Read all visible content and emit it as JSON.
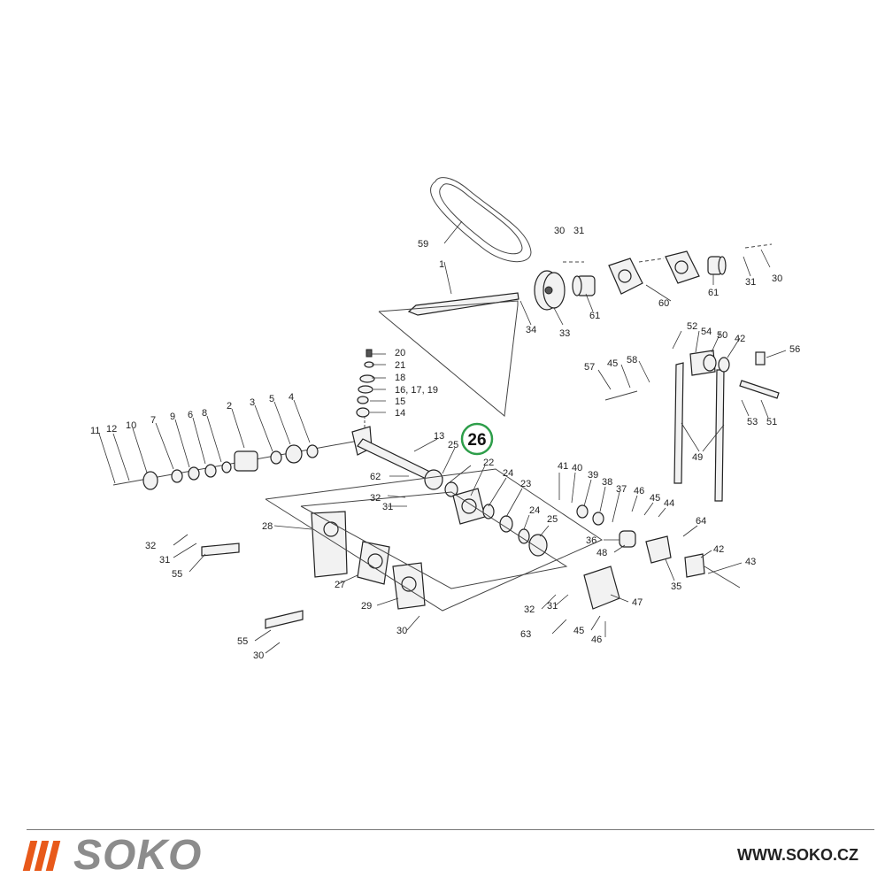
{
  "brand": {
    "name": "SOKO",
    "url": "WWW.SOKO.CZ",
    "accent_color": "#e8591a",
    "text_color": "#8c8c8c"
  },
  "highlight": {
    "label": "26",
    "color": "#2e9e4a"
  },
  "part_labels": {
    "p59": "59",
    "p1": "1",
    "p30a": "30",
    "p31a": "31",
    "p34": "34",
    "p33": "33",
    "p61a": "61",
    "p60": "60",
    "p61b": "61",
    "p31b": "31",
    "p30b": "30",
    "p20": "20",
    "p21": "21",
    "p18": "18",
    "p16": "16, 17, 19",
    "p15": "15",
    "p14": "14",
    "p11": "11",
    "p12": "12",
    "p10": "10",
    "p7": "7",
    "p9": "9",
    "p6": "6",
    "p8": "8",
    "p2": "2",
    "p3": "3",
    "p5": "5",
    "p4": "4",
    "p13": "13",
    "p25a": "25",
    "p62": "62",
    "p32a": "32",
    "p31c": "31",
    "p22": "22",
    "p24a": "24",
    "p23": "23",
    "p24b": "24",
    "p25b": "25",
    "p41": "41",
    "p40": "40",
    "p39": "39",
    "p38": "38",
    "p37": "37",
    "p46a": "46",
    "p45a": "45",
    "p44": "44",
    "p64": "64",
    "p36": "36",
    "p48": "48",
    "p42a": "42",
    "p43": "43",
    "p35": "35",
    "p47": "47",
    "p32b": "32",
    "p31d": "31",
    "p63": "63",
    "p45b": "45",
    "p46b": "46",
    "p28": "28",
    "p32c": "32",
    "p31e": "31",
    "p55a": "55",
    "p27": "27",
    "p29": "29",
    "p30c": "30",
    "p55b": "55",
    "p30d": "30",
    "p52": "52",
    "p54": "54",
    "p50": "50",
    "p42b": "42",
    "p56": "56",
    "p57": "57",
    "p45c": "45",
    "p58": "58",
    "p53": "53",
    "p51": "51",
    "p49": "49"
  }
}
